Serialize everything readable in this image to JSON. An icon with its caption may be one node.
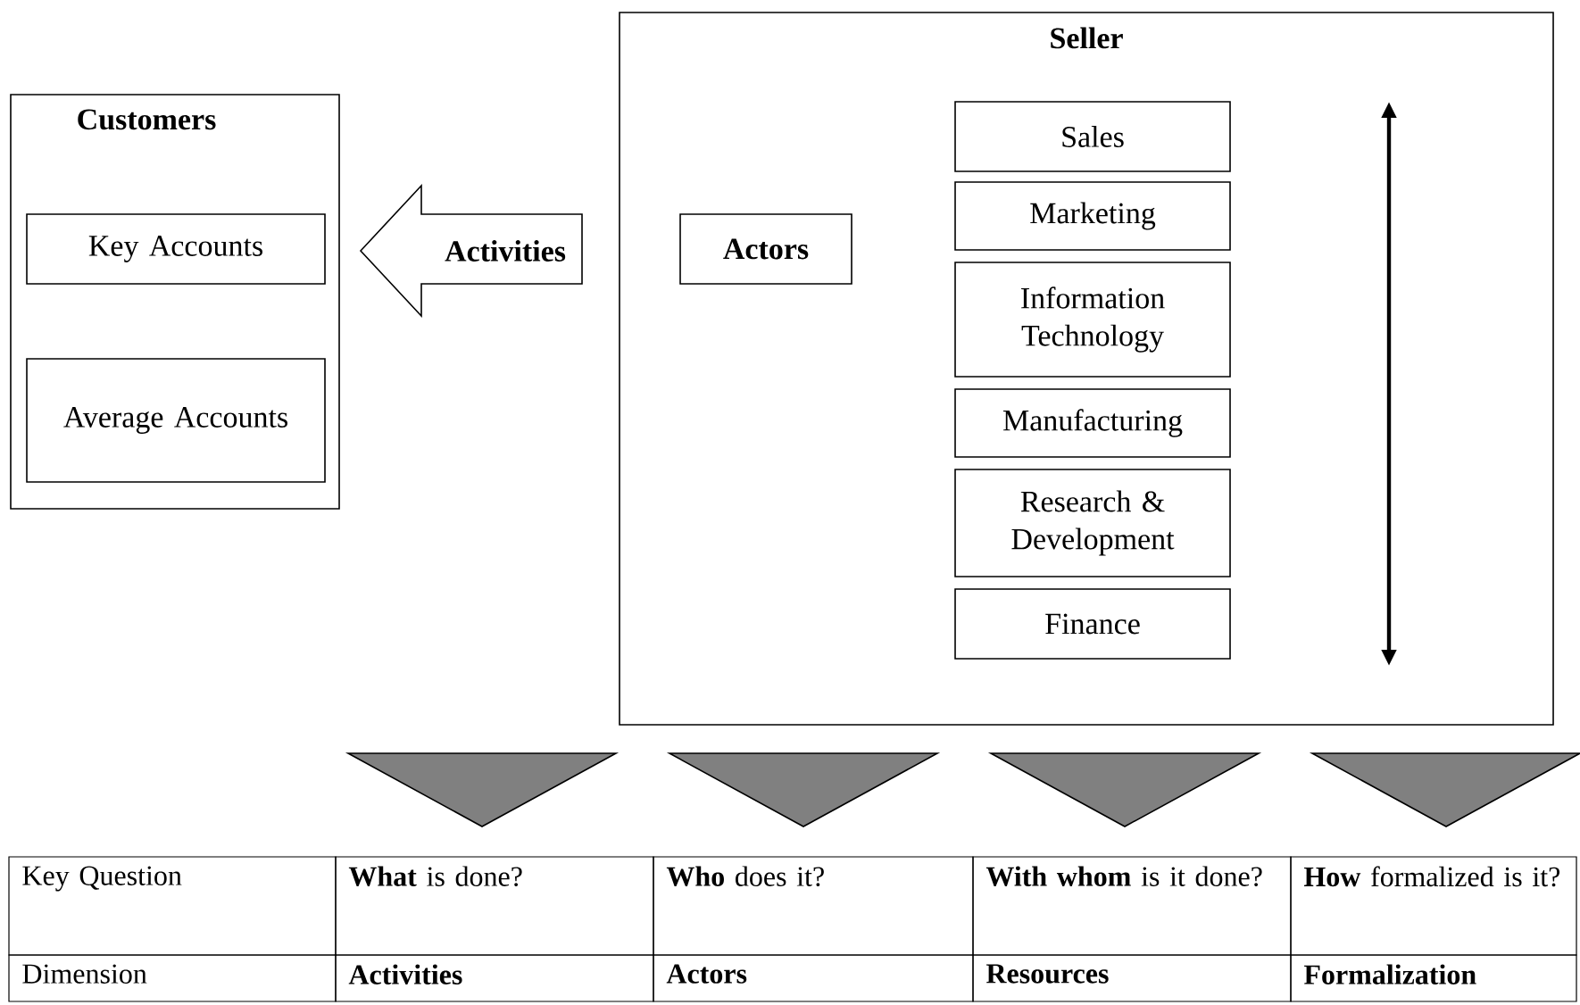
{
  "diagram": {
    "nodes": [
      {
        "text": [
          "Customers"
        ]
      },
      {
        "text": [
          "Key Accounts"
        ],
        "in": 0
      },
      {
        "text": [
          "Average Accounts"
        ],
        "in": 0
      },
      {
        "text": [
          "Seller"
        ]
      },
      {
        "text": [
          "Actors"
        ],
        "in": 3
      },
      {
        "text": [
          "Sales"
        ],
        "in": 3
      },
      {
        "text": [
          "Marketing"
        ],
        "in": 3
      },
      {
        "text": [
          "Information Technology"
        ],
        "in": 3
      },
      {
        "text": [
          "Manufacturing"
        ],
        "in": 3
      },
      {
        "text": [
          "Research & Development"
        ],
        "in": 3
      },
      {
        "text": [
          "Finance"
        ],
        "in": 3
      },
      {
        "text": [
          "Activities"
        ]
      },
      {
        "text": [],
        "shape": "triangle"
      },
      {
        "text": [],
        "shape": "triangle"
      },
      {
        "text": [],
        "shape": "triangle"
      },
      {
        "text": [],
        "shape": "triangle"
      }
    ],
    "labels": [
      "Key Question",
      "**What** is done?",
      "**Who** does it?",
      "**With whom** is it done?",
      "**How** formalized is it?",
      "Dimension",
      "Activities",
      "Actors",
      "Resources",
      "Formalization"
    ]
  }
}
